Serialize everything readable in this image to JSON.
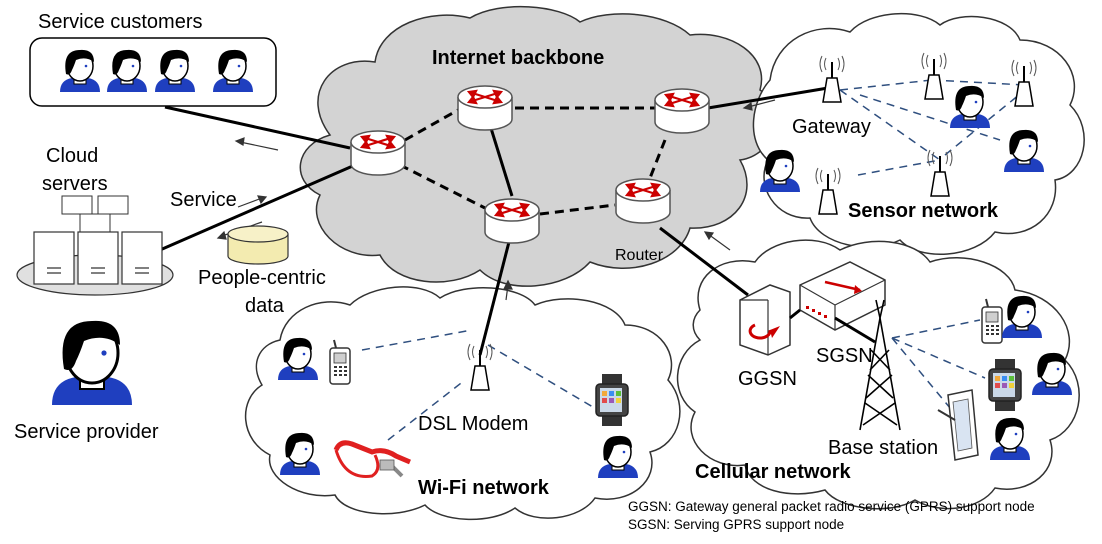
{
  "labels": {
    "service_customers": "Service customers",
    "internet_backbone": "Internet backbone",
    "gateway": "Gateway",
    "sensor_network": "Sensor network",
    "cloud_servers_line1": "Cloud",
    "cloud_servers_line2": "servers",
    "service": "Service",
    "people_centric_line1": "People-centric",
    "people_centric_line2": "data",
    "service_provider": "Service provider",
    "router": "Router",
    "dsl_modem": "DSL Modem",
    "wifi_network": "Wi-Fi network",
    "ggsn": "GGSN",
    "sgsn": "SGSN",
    "base_station": "Base station",
    "cellular_network": "Cellular network"
  },
  "footnotes": {
    "ggsn_note": "GGSN: Gateway general packet radio service (GPRS) support node",
    "sgsn_note": "SGSN: Serving GPRS support node"
  },
  "colors": {
    "cloud_gray": "#d3d3d3",
    "cloud_white": "#ffffff",
    "router_arrow": "#cc0000",
    "wireless_link": "#2f4f7f",
    "face_blue": "#1f3fbf",
    "glasses_red": "#e02020"
  }
}
